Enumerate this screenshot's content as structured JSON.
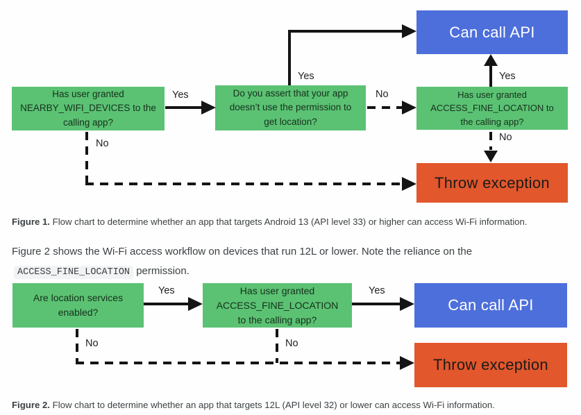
{
  "colors": {
    "node_green": "#5bc273",
    "node_blue": "#4d6fdb",
    "node_orange": "#e2572b",
    "connector": "#141414",
    "label_text": "#202124",
    "caption_text": "#3c4043",
    "code_background": "#f1f3f4"
  },
  "figure1": {
    "node_q_nearby": "Has user granted NEARBY_WIFI_DEVICES to the calling app?",
    "node_q_assert": "Do you assert that your app doesn’t use the permission to get location?",
    "node_q_fine_location": "Has user granted ACCESS_FINE_LOCATION to the calling app?",
    "node_can_call": "Can call API",
    "node_throw": "Throw exception",
    "label_yes_1": "Yes",
    "label_yes_2": "Yes",
    "label_yes_3": "Yes",
    "label_no_1": "No",
    "label_no_2": "No",
    "label_no_3": "No",
    "caption_label": "Figure 1.",
    "caption_text": " Flow chart to determine whether an app that targets Android 13 (API level 33) or higher can access Wi-Fi information."
  },
  "paragraph": {
    "line1": "Figure 2 shows the Wi-Fi access workflow on devices that run 12L or lower. Note the reliance on the",
    "code": "ACCESS_FINE_LOCATION",
    "line2_suffix": "permission."
  },
  "figure2": {
    "node_q_location_services": "Are location services enabled?",
    "node_q_fine_location": "Has user granted ACCESS_FINE_LOCATION to the calling app?",
    "node_can_call": "Can call API",
    "node_throw": "Throw exception",
    "label_yes_1": "Yes",
    "label_yes_2": "Yes",
    "label_no_1": "No",
    "label_no_2": "No",
    "caption_label": "Figure 2.",
    "caption_text": " Flow chart to determine whether an app that targets 12L (API level 32) or lower can access Wi-Fi information."
  }
}
